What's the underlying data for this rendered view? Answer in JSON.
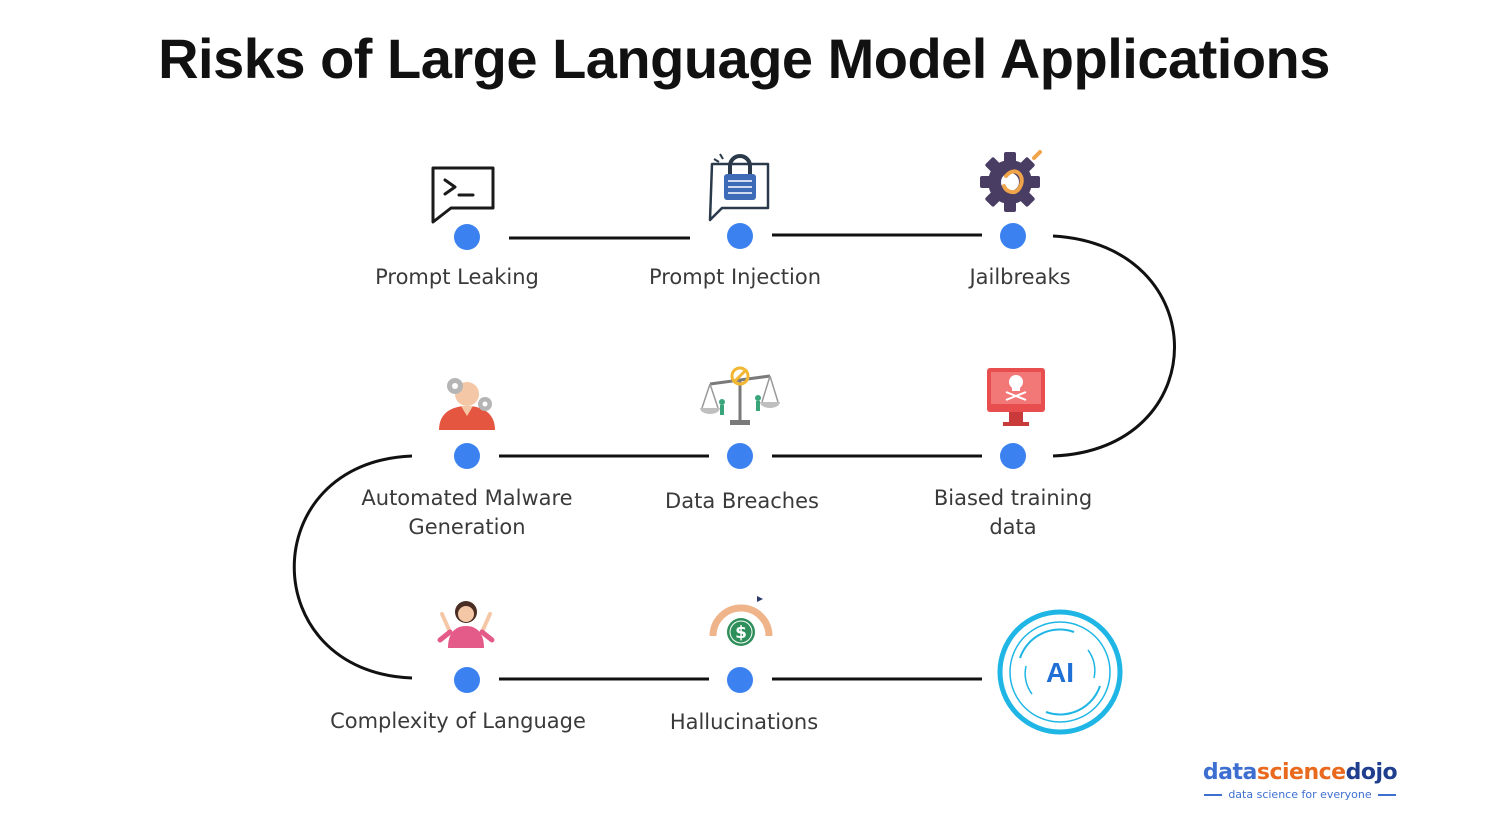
{
  "title": "Risks of Large Language Model Applications",
  "colors": {
    "node": "#3b82f0",
    "connector": "#111111",
    "ai_ring": "#1fb6e6",
    "ai_text": "#1f6fd6"
  },
  "nodes": [
    {
      "label": "Prompt Leaking",
      "icon": "terminal-chat-icon"
    },
    {
      "label": "Prompt Injection",
      "icon": "lock-chat-icon"
    },
    {
      "label": "Jailbreaks",
      "icon": "gear-icon"
    },
    {
      "label": "Biased training data",
      "label_lines": [
        "Biased training",
        "data"
      ],
      "icon": "monitor-skull-icon"
    },
    {
      "label": "Data Breaches",
      "icon": "scales-icon"
    },
    {
      "label": "Automated Malware Generation",
      "label_lines": [
        "Automated Malware",
        "Generation"
      ],
      "icon": "person-gears-icon"
    },
    {
      "label": "Complexity of Language",
      "icon": "woman-confused-icon"
    },
    {
      "label": "Hallucinations",
      "icon": "dollar-gauge-icon"
    }
  ],
  "end_badge": {
    "text": "AI",
    "icon": "ai-circle-icon"
  },
  "logo": {
    "part_data": "data",
    "part_science": "science",
    "part_dojo": "dojo",
    "tagline": "data science for everyone"
  }
}
